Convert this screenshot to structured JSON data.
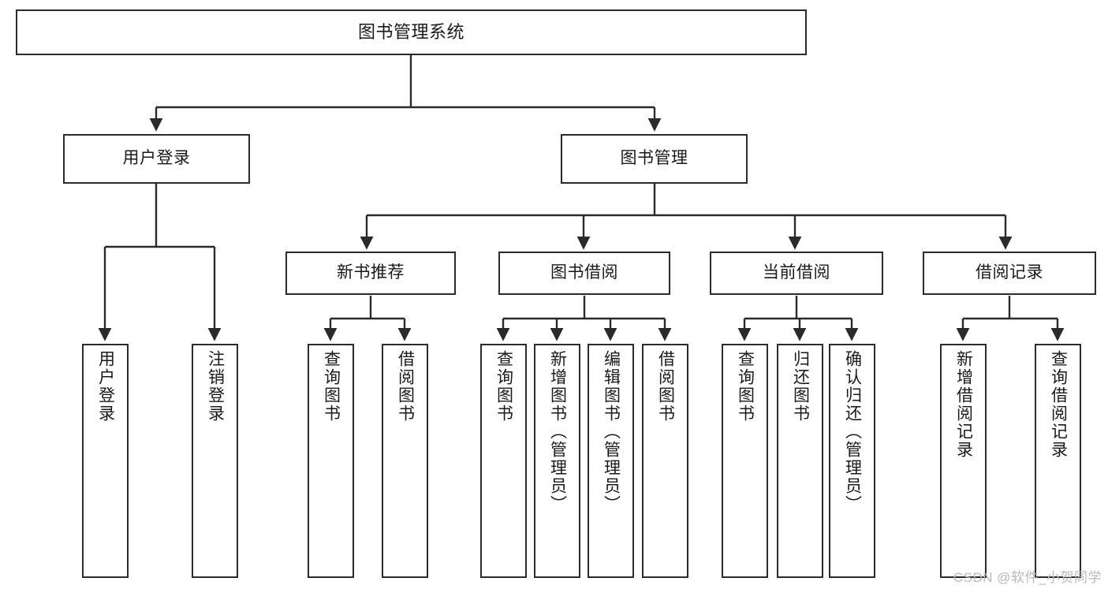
{
  "diagram": {
    "title": "图书管理系统",
    "watermark": "CSDN @软件_小贺同学",
    "style": {
      "border_color": "#2b2b2b",
      "fill_color": "#ffffff",
      "line_color": "#2b2b2b",
      "text_color": "#1a1a1a",
      "watermark_color": "#b9b9b9"
    },
    "nodes": {
      "root": {
        "label": "图书管理系统"
      },
      "level2": [
        {
          "id": "user-login",
          "label": "用户登录"
        },
        {
          "id": "book-manage",
          "label": "图书管理"
        }
      ],
      "level3": [
        {
          "id": "new-book-recommend",
          "label": "新书推荐"
        },
        {
          "id": "book-borrow",
          "label": "图书借阅"
        },
        {
          "id": "current-borrow",
          "label": "当前借阅"
        },
        {
          "id": "borrow-record",
          "label": "借阅记录"
        }
      ],
      "leaves": {
        "user-login": [
          {
            "id": "leaf-user-login",
            "label": "用户登录"
          },
          {
            "id": "leaf-logout-login",
            "label": "注销登录"
          }
        ],
        "new-book-recommend": [
          {
            "id": "leaf-query-book-1",
            "label": "查询图书"
          },
          {
            "id": "leaf-borrow-book-1",
            "label": "借阅图书"
          }
        ],
        "book-borrow": [
          {
            "id": "leaf-query-book-2",
            "label": "查询图书"
          },
          {
            "id": "leaf-add-book",
            "label": "新增图书（管理员）"
          },
          {
            "id": "leaf-edit-book",
            "label": "编辑图书（管理员）"
          },
          {
            "id": "leaf-borrow-book-2",
            "label": "借阅图书"
          }
        ],
        "current-borrow": [
          {
            "id": "leaf-query-book-3",
            "label": "查询图书"
          },
          {
            "id": "leaf-return-book",
            "label": "归还图书"
          },
          {
            "id": "leaf-confirm-return",
            "label": "确认归还（管理员）"
          }
        ],
        "borrow-record": [
          {
            "id": "leaf-add-record",
            "label": "新增借阅记录"
          },
          {
            "id": "leaf-query-record",
            "label": "查询借阅记录"
          }
        ]
      }
    }
  }
}
